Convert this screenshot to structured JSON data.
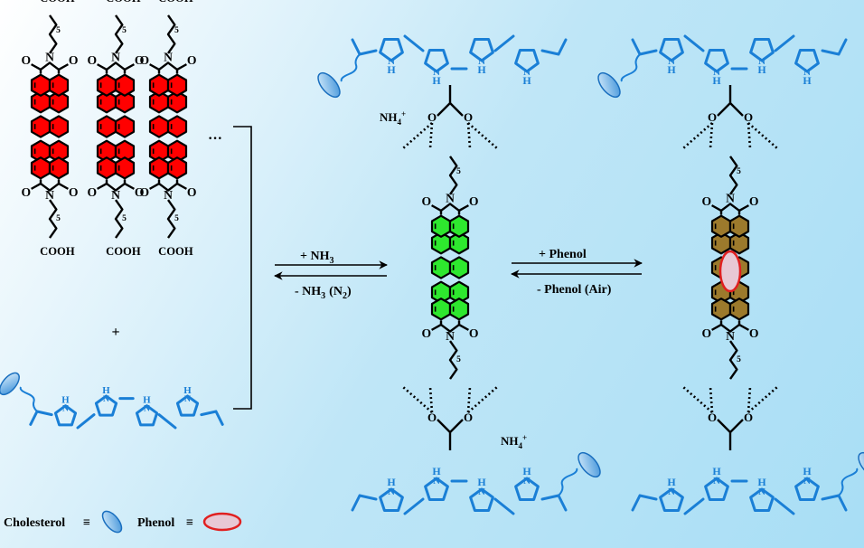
{
  "labels": {
    "cooh": "COOH",
    "five": "5",
    "n": "N",
    "o": "O",
    "h": "H",
    "oneg": "O",
    "dots": "···",
    "plus": "+",
    "nh4": "NH",
    "nh4_sub": "4",
    "nh4_sup": "+",
    "fwd1": "+ NH",
    "fwd1_sub": "3",
    "rev1": "- NH",
    "rev1_sub": "3",
    "rev1_tail": "(N",
    "rev1_tail_sub": "2",
    "rev1_close": ")",
    "fwd2": "+ Phenol",
    "rev2": "- Phenol (Air)",
    "legend_cholesterol": "Cholesterol",
    "legend_phenol": "Phenol",
    "equiv": "≡"
  },
  "colors": {
    "pdi_left": "#ff0000",
    "pdi_mid": "#2ee82e",
    "pdi_right": "#9c7a2c",
    "phenol_fill": "#e8c8d4",
    "phenol_stroke": "#e02020",
    "host_blue": "#1a7fd6",
    "cholesterol": "#4a9fe0"
  }
}
